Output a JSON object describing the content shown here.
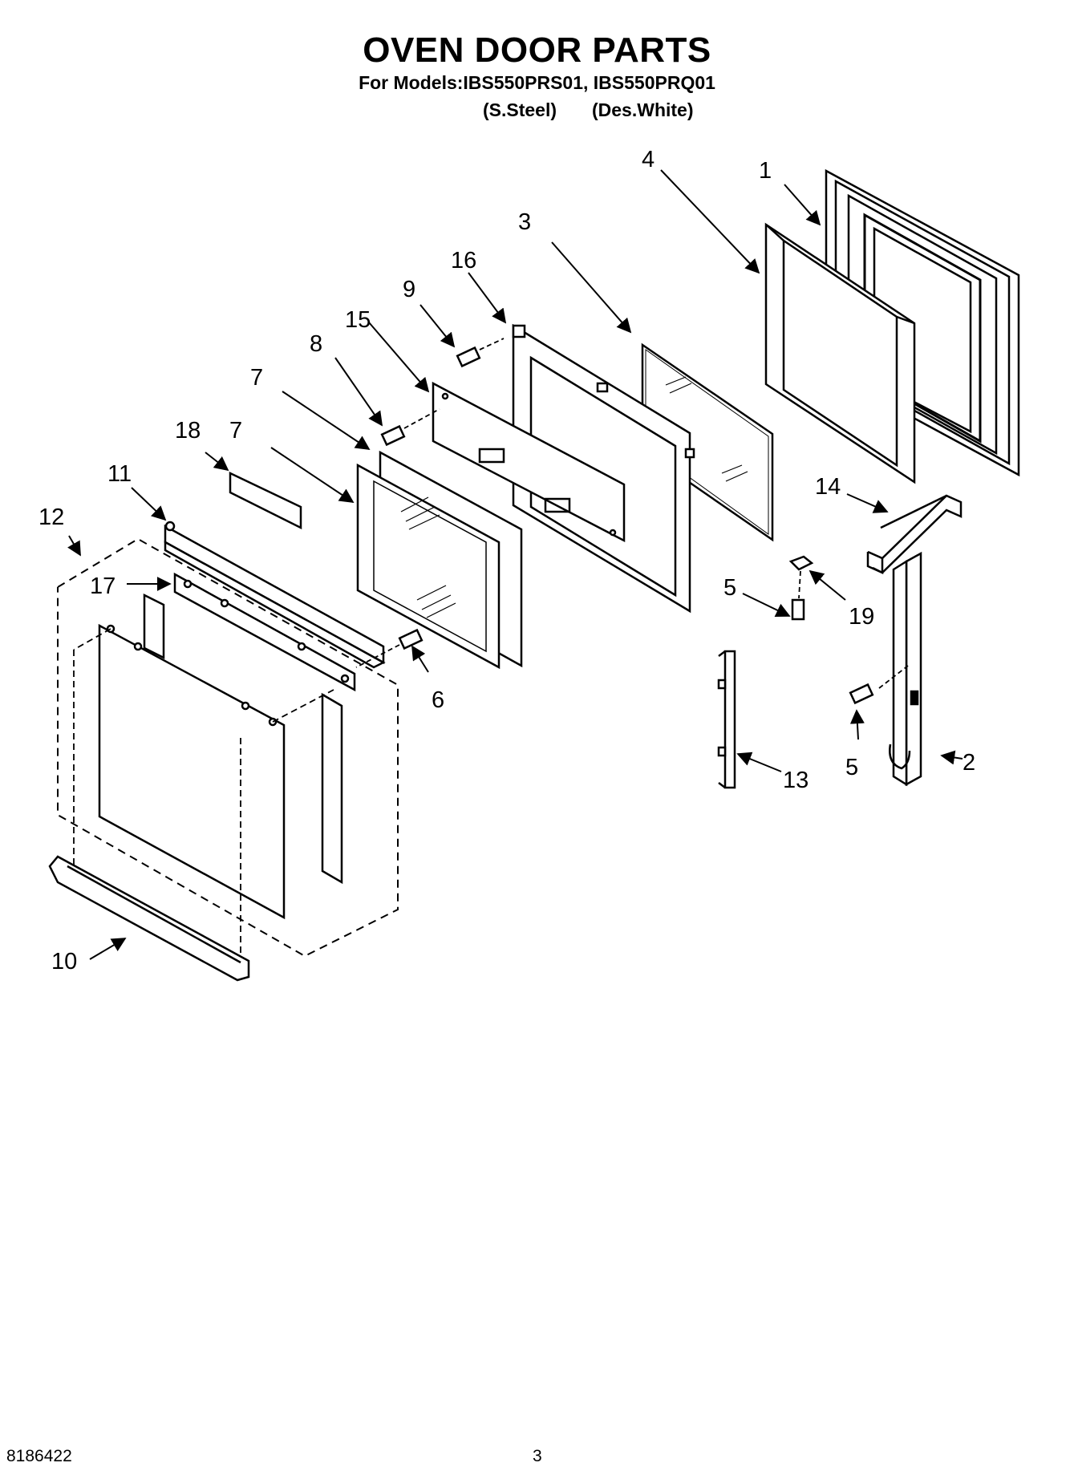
{
  "header": {
    "title": "OVEN DOOR PARTS",
    "models_line": "For Models:IBS550PRS01, IBS550PRQ01",
    "finish_1": "(S.Steel)",
    "finish_2": "(Des.White)"
  },
  "callouts": {
    "c1": "1",
    "c2": "2",
    "c3": "3",
    "c4": "4",
    "c5a": "5",
    "c5b": "5",
    "c6": "6",
    "c7a": "7",
    "c7b": "7",
    "c8": "8",
    "c9": "9",
    "c10": "10",
    "c11": "11",
    "c12": "12",
    "c13": "13",
    "c14": "14",
    "c15": "15",
    "c16": "16",
    "c17": "17",
    "c18": "18",
    "c19": "19"
  },
  "footer": {
    "doc_number": "8186422",
    "page_number": "3"
  }
}
